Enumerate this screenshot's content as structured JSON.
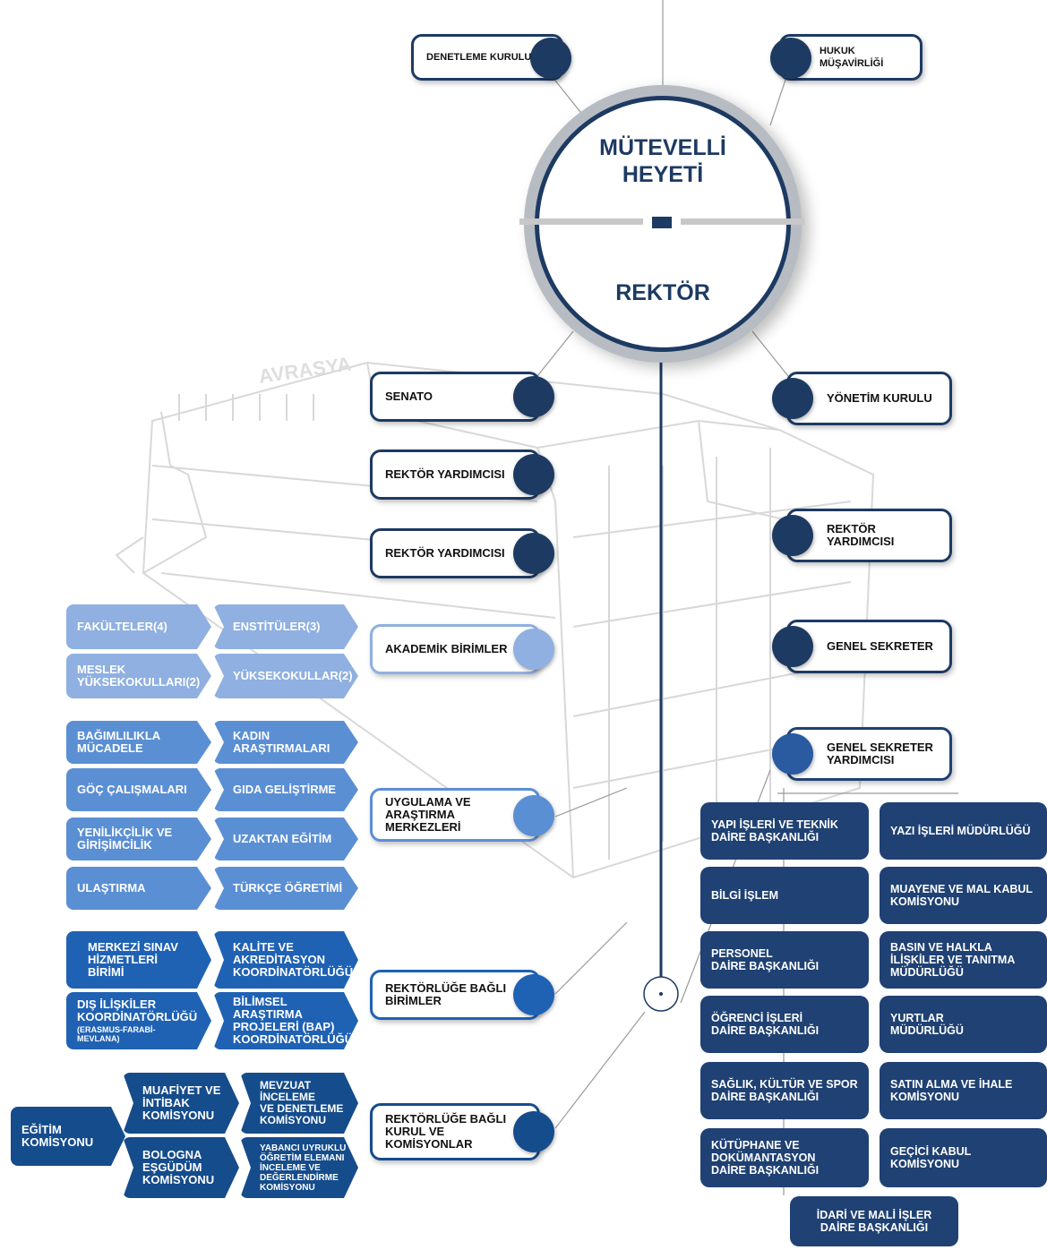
{
  "top": {
    "denetleme": "DENETLEME KURULU",
    "hukuk": "HUKUK\nMÜŞAVİRLİĞİ",
    "mutevelli": "MÜTEVELLİ\nHEYETİ",
    "rektor": "REKTÖR",
    "building_sign": "AVRASYA"
  },
  "left_chain": {
    "senato": "SENATO",
    "rektor_yardimcisi_1": "REKTÖR YARDIMCISI",
    "rektor_yardimcisi_2": "REKTÖR YARDIMCISI",
    "akademik": "AKADEMİK BİRİMLER",
    "uygulama": "UYGULAMA VE\nARAŞTIRMA\nMERKEZLERİ",
    "rektorluge_bagli_birimler": "REKTÖRLÜĞE BAĞLI\nBİRİMLER",
    "rektorluge_bagli_kurul": "REKTÖRLÜĞE BAĞLI\nKURUL VE\nKOMİSYONLAR"
  },
  "right_chain": {
    "yonetim": "YÖNETİM KURULU",
    "rektor_yardimcisi_3": "REKTÖR YARDIMCISI",
    "genel_sekreter": "GENEL SEKRETER",
    "genel_sekreter_yardimcisi": "GENEL SEKRETER\nYARDIMCISI"
  },
  "akademik_units": [
    "FAKÜLTELER(4)",
    "ENSTİTÜLER(3)",
    "MESLEK\nYÜKSEKOKULLARI(2)",
    "YÜKSEKOKULLAR(2)"
  ],
  "merkezler": [
    "BAĞIMLILIKLA\nMÜCADELE",
    "KADIN\nARAŞTIRMALARI",
    "GÖÇ ÇALIŞMALARI",
    "GIDA GELİŞTİRME",
    "YENİLİKÇİLİK VE\nGİRİŞİMCİLİK",
    "UZAKTAN EĞİTİM",
    "ULAŞTIRMA",
    "TÜRKÇE ÖĞRETİMİ"
  ],
  "bagli_birimler": {
    "merkezi_sinav": "MERKEZİ SINAV\nHİZMETLERİ\nBİRİMİ",
    "kalite": "KALİTE VE\nAKREDİTASYON\nKOORDİNATÖRLÜĞÜ",
    "dis_iliskiler": "DIŞ İLİŞKİLER\nKOORDİNATÖRLÜĞÜ",
    "dis_iliskiler_sub": "(ERASMUS-FARABİ-\nMEVLANA)",
    "bap": "BİLİMSEL ARAŞTIRMA\nPROJELERİ (BAP)\nKOORDİNATÖRLÜĞÜ"
  },
  "komisyonlar": {
    "egitim": "EĞİTİM\nKOMİSYONU",
    "muafiyet": "MUAFİYET VE\nİNTİBAK\nKOMİSYONU",
    "mevzuat": "MEVZUAT\nİNCELEME\nVE DENETLEME\nKOMİSYONU",
    "bologna": "BOLOGNA\nEŞGÜDÜM\nKOMİSYONU",
    "yabanci": "YABANCI UYRUKLU\nÖĞRETİM ELEMANI\nİNCELEME VE\nDEĞERLENDİRME\nKOMİSYONU"
  },
  "idari": [
    "YAPI İŞLERİ VE TEKNİK\nDAİRE BAŞKANLIĞI",
    "YAZI İŞLERİ MÜDÜRLÜĞÜ",
    "BİLGİ İŞLEM",
    "MUAYENE VE MAL KABUL\nKOMİSYONU",
    "PERSONEL\nDAİRE BAŞKANLIĞI",
    "BASIN VE HALKLA\nİLİŞKİLER VE TANITMA\nMÜDÜRLÜĞÜ",
    "ÖĞRENCİ İŞLERİ\nDAİRE BAŞKANLIĞI",
    "YURTLAR\nMÜDÜRLÜĞÜ",
    "SAĞLIK, KÜLTÜR VE SPOR\nDAİRE BAŞKANLIĞI",
    "SATIN ALMA VE İHALE\nKOMİSYONU",
    "KÜTÜPHANE VE\nDOKÜMANTASYON\nDAİRE BAŞKANLIĞI",
    "GEÇİCİ KABUL\nKOMİSYONU"
  ],
  "idari_mali": "İDARİ VE MALİ İŞLER\nDAİRE BAŞKANLIĞI",
  "colors": {
    "navy": "#1d3a62",
    "light_blue": "#8fb0e0",
    "mid_blue": "#5b8fd4",
    "strong_blue": "#1f62b4",
    "deep_blue": "#154c8c",
    "admin_blue": "#1f4173"
  }
}
